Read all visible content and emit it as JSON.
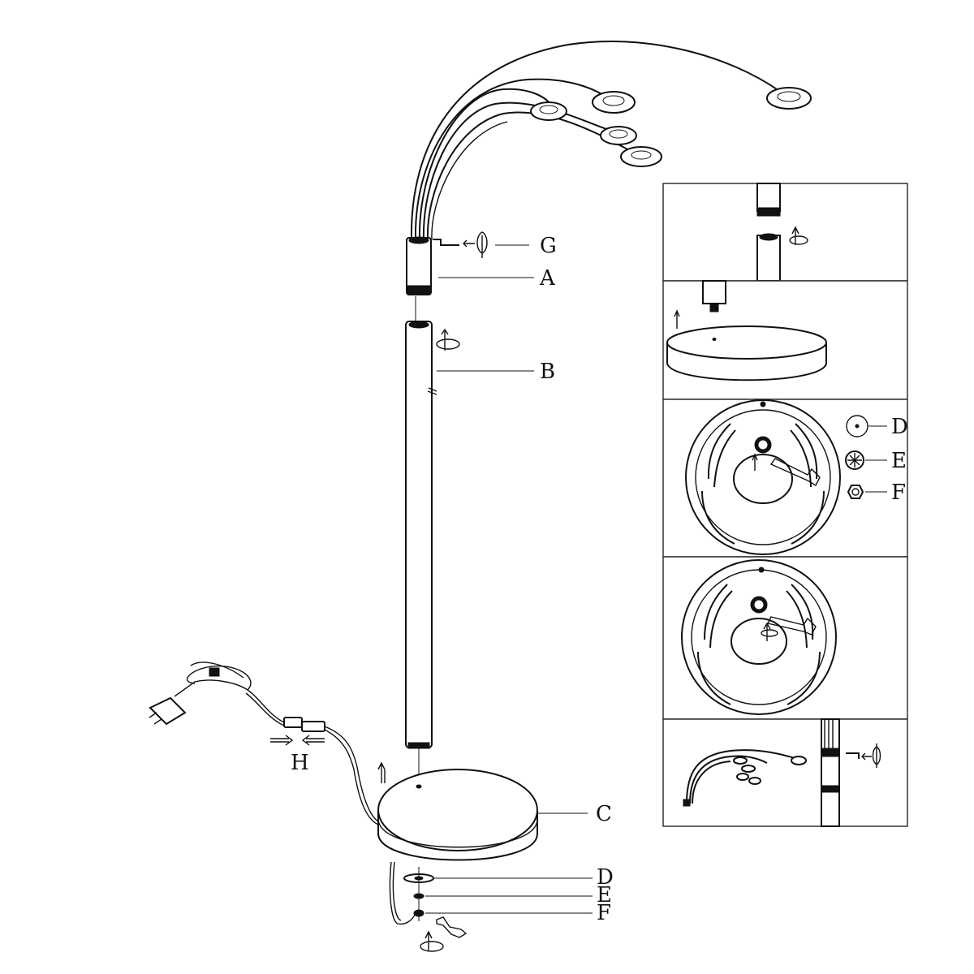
{
  "labels": {
    "A": "A",
    "B": "B",
    "C": "C",
    "D": "D",
    "E": "E",
    "F": "F",
    "G": "G",
    "H": "H"
  },
  "steps": {
    "step1": "step-1-join-tube",
    "step2": "step-2-mount-on-base",
    "step3": "step-3-fasten-nut",
    "step4": "step-4-tighten",
    "step5": "step-5-hex-key"
  }
}
